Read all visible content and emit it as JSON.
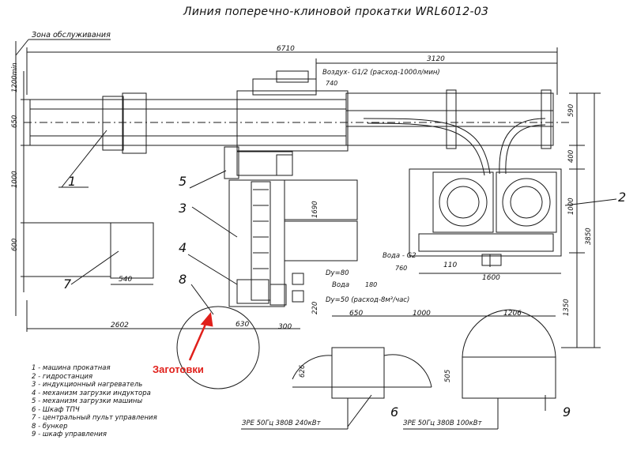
{
  "title": "Линия поперечно-клиновой прокатки WRL6012-03",
  "zone_label": "Зона обслуживания",
  "colors": {
    "line": "#1a1a1a",
    "accent": "#e0201b"
  },
  "dims": {
    "total_width": "6710",
    "right_width": "3120",
    "left_offset": "2602",
    "d630": "630",
    "d300": "300",
    "d540": "540",
    "d650": "650",
    "d1000": "1000",
    "d1206": "1206",
    "d110": "110",
    "d1600": "1600",
    "d1690": "1690",
    "d220": "220",
    "d626": "626",
    "d505": "505",
    "v1200": "1200min",
    "v650": "650",
    "v1000": "1000",
    "v600": "600",
    "r590": "590",
    "r400": "400",
    "r1000": "1000",
    "r3850": "3850",
    "r1350": "1350"
  },
  "notes": {
    "air": "Воздух- G1/2 (расход-1000л/мин)",
    "air_level": "740",
    "water_g2": "Вода - G2",
    "water_level": "760",
    "dy80": "Dy=80",
    "water": "Вода",
    "water_level2": "180",
    "dy50": "Dy=50 (расход-8м³/час)",
    "power1": "ЗРЕ 50Гц 380В 240кВт",
    "power2": "ЗРЕ 50Гц 380В 100кВт"
  },
  "callouts": [
    "1",
    "2",
    "3",
    "4",
    "5",
    "6",
    "7",
    "8",
    "9"
  ],
  "legend": [
    "1 - машина прокатная",
    "2 - гидростанция",
    "3 - индукционный нагреватель",
    "4 - механизм загрузки индуктора",
    "5 - механизм загрузки машины",
    "6 - Шкаф ТПЧ",
    "7 - центральный пульт управления",
    "8 - бункер",
    "9 - шкаф управления"
  ],
  "red_label": "Заготовки"
}
